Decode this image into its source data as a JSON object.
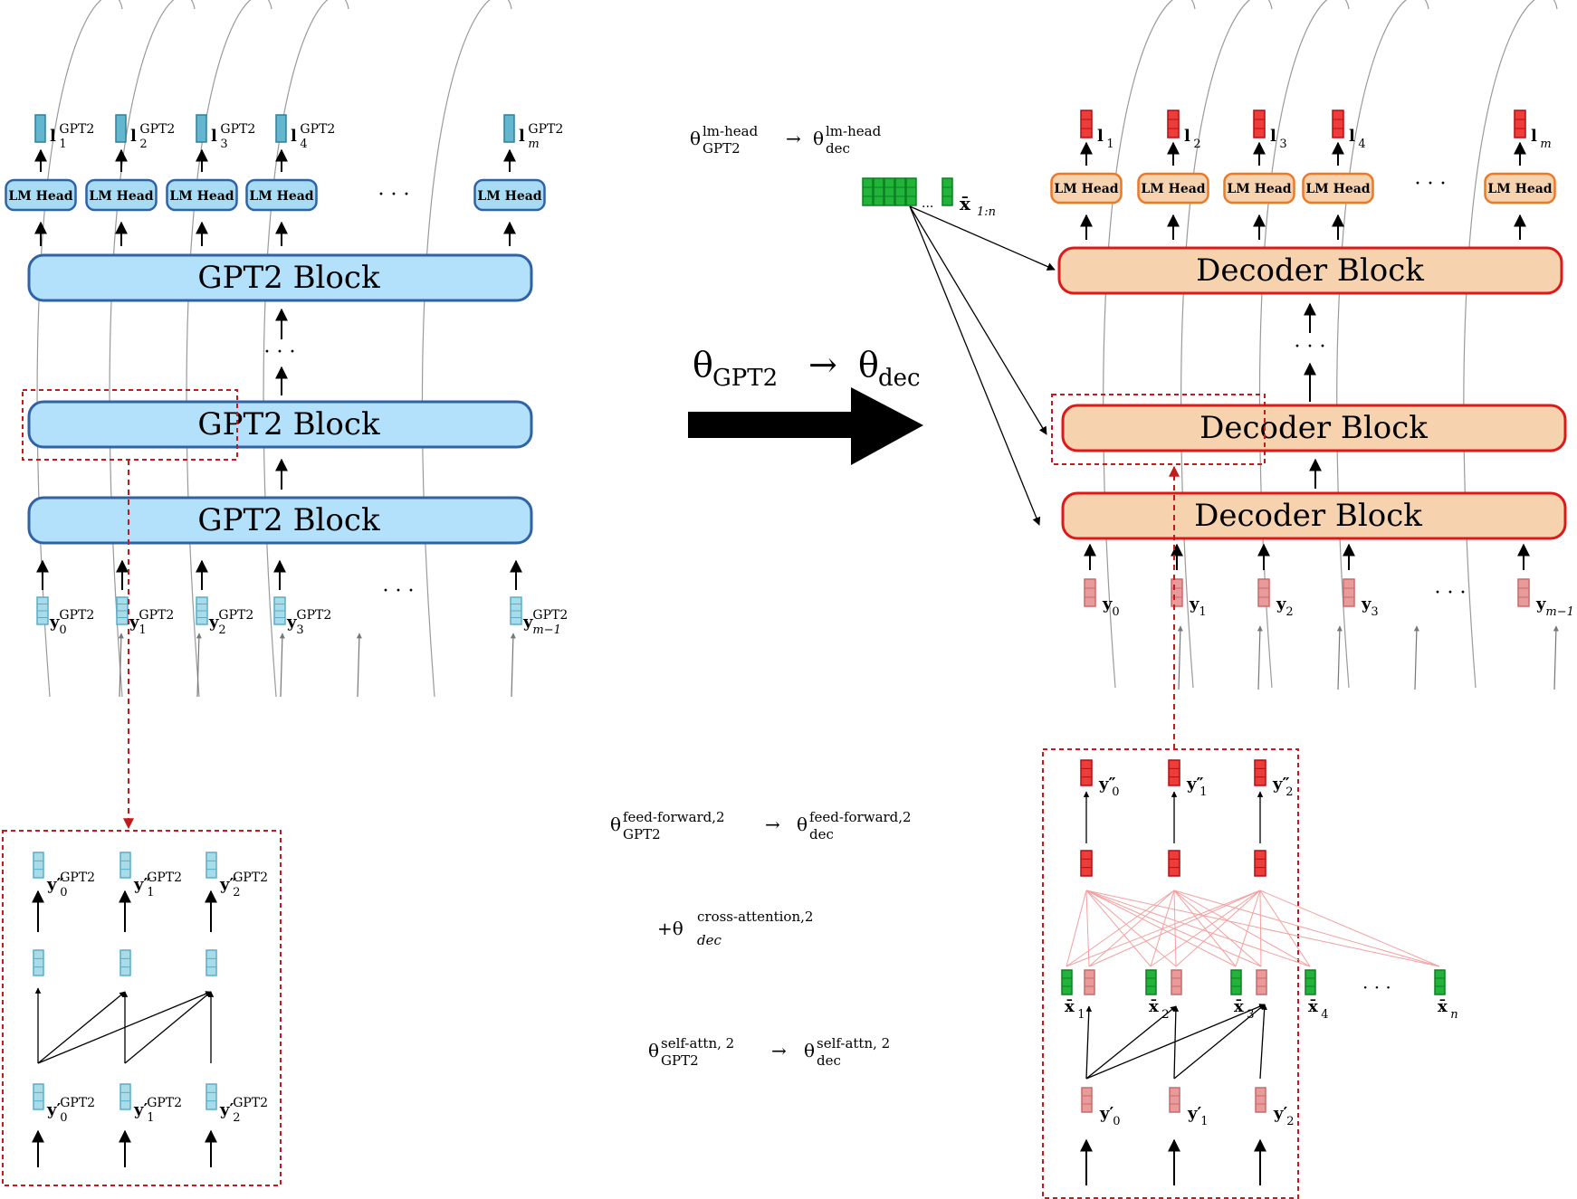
{
  "left_panel": {
    "blocks": [
      "GPT2 Block",
      "GPT2 Block",
      "GPT2 Block"
    ],
    "lm_head": "LM Head",
    "dots": "· · ·",
    "logits": [
      {
        "base": "l",
        "sub": "1",
        "sup": "GPT2"
      },
      {
        "base": "l",
        "sub": "2",
        "sup": "GPT2"
      },
      {
        "base": "l",
        "sub": "3",
        "sup": "GPT2"
      },
      {
        "base": "l",
        "sub": "4",
        "sup": "GPT2"
      },
      {
        "base": "l",
        "sub": "m",
        "sup": "GPT2"
      }
    ],
    "inputs": [
      {
        "base": "y",
        "sub": "0",
        "sup": "GPT2"
      },
      {
        "base": "y",
        "sub": "1",
        "sup": "GPT2"
      },
      {
        "base": "y",
        "sub": "2",
        "sup": "GPT2"
      },
      {
        "base": "y",
        "sub": "3",
        "sup": "GPT2"
      },
      {
        "base": "y",
        "sub": "m−1",
        "sup": "GPT2"
      }
    ],
    "zoom_outputs": [
      {
        "base": "y″",
        "sub": "0",
        "sup": "GPT2"
      },
      {
        "base": "y″",
        "sub": "1",
        "sup": "GPT2"
      },
      {
        "base": "y″",
        "sub": "2",
        "sup": "GPT2"
      }
    ],
    "zoom_inputs": [
      {
        "base": "y′",
        "sub": "0",
        "sup": "GPT2"
      },
      {
        "base": "y′",
        "sub": "1",
        "sup": "GPT2"
      },
      {
        "base": "y′",
        "sub": "2",
        "sup": "GPT2"
      }
    ]
  },
  "middle": {
    "main_map": {
      "lhs": "θ",
      "lhs_sub": "GPT2",
      "arrow": "→",
      "rhs": "θ",
      "rhs_sub": "dec"
    },
    "lm_head_map": {
      "lhs_sup": "lm-head",
      "lhs_sub": "GPT2",
      "rhs_sup": "lm-head",
      "rhs_sub": "dec"
    },
    "ff_map": {
      "lhs_sup": "feed-forward,2",
      "lhs_sub": "GPT2",
      "rhs_sup": "feed-forward,2",
      "rhs_sub": "dec"
    },
    "cross_map": {
      "prefix": "+θ",
      "sup": "cross-attention,2",
      "sub": "dec"
    },
    "self_map": {
      "lhs_sup": "self-attn, 2",
      "lhs_sub": "GPT2",
      "rhs_sup": "self-attn, 2",
      "rhs_sub": "dec"
    },
    "encoder_label": {
      "base": "x̄",
      "sub": "1:n"
    }
  },
  "right_panel": {
    "blocks": [
      "Decoder Block",
      "Decoder Block",
      "Decoder Block"
    ],
    "lm_head": "LM Head",
    "dots": "· · ·",
    "logits": [
      {
        "base": "l",
        "sub": "1"
      },
      {
        "base": "l",
        "sub": "2"
      },
      {
        "base": "l",
        "sub": "3"
      },
      {
        "base": "l",
        "sub": "4"
      },
      {
        "base": "l",
        "sub": "m"
      }
    ],
    "inputs": [
      {
        "base": "y",
        "sub": "0"
      },
      {
        "base": "y",
        "sub": "1"
      },
      {
        "base": "y",
        "sub": "2"
      },
      {
        "base": "y",
        "sub": "3"
      },
      {
        "base": "y",
        "sub": "m−1"
      }
    ],
    "zoom_outputs": [
      {
        "base": "y″",
        "sub": "0"
      },
      {
        "base": "y″",
        "sub": "1"
      },
      {
        "base": "y″",
        "sub": "2"
      }
    ],
    "zoom_encoder": [
      {
        "base": "x̄",
        "sub": "1"
      },
      {
        "base": "x̄",
        "sub": "2"
      },
      {
        "base": "x̄",
        "sub": "3"
      },
      {
        "base": "x̄",
        "sub": "4"
      },
      {
        "base": "x̄",
        "sub": "n"
      }
    ],
    "zoom_inputs": [
      {
        "base": "y′",
        "sub": "0"
      },
      {
        "base": "y′",
        "sub": "1"
      },
      {
        "base": "y′",
        "sub": "2"
      }
    ]
  },
  "colors": {
    "gpt_block": "#b3e0fa",
    "gpt_vector": "#62b7cf",
    "dec_block": "#f6d2ae",
    "dec_border": "#e01818",
    "logit_red": "#f03b3b",
    "input_pink": "#e99a9a",
    "encoder_green": "#22b33a",
    "dashed_red": "#c21b1b"
  }
}
